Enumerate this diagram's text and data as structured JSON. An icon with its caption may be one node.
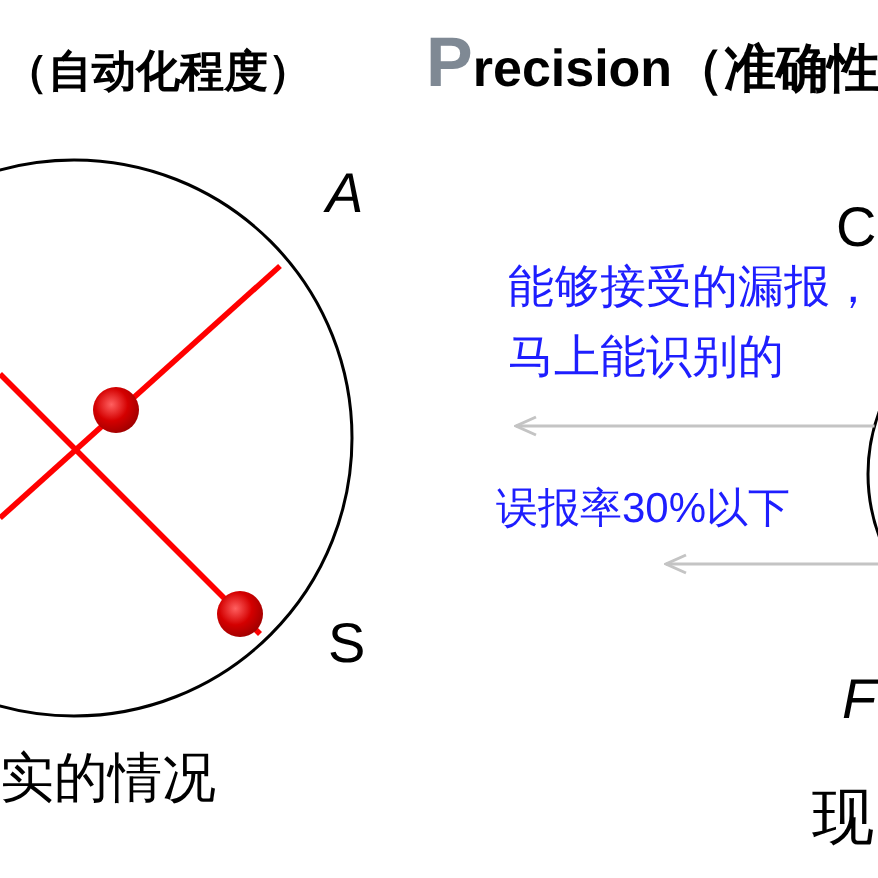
{
  "diagram": {
    "nodes": [
      {
        "text": [],
        "shape": "circle",
        "beside": [
          "实的情况"
        ]
      },
      {
        "text": [],
        "shape": "circle"
      }
    ],
    "edges": [
      {
        "from": 1,
        "to": null,
        "arrow": "to",
        "label": "能够接受的漏报，马上能识别的"
      },
      {
        "from": 1,
        "to": null,
        "arrow": "to",
        "label": "误报率30%以下"
      }
    ],
    "labels": [
      "（自动化程度）",
      "Precision（准确性",
      "A",
      "C",
      "S",
      "F",
      "现"
    ]
  }
}
